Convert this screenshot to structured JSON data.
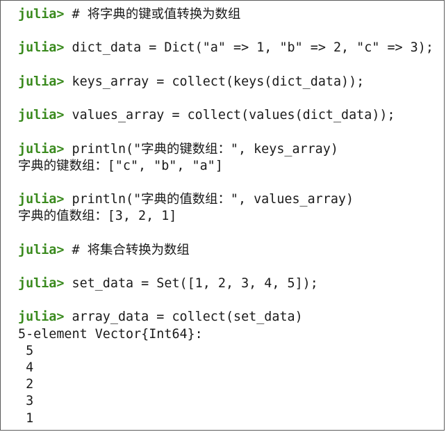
{
  "repl": {
    "prompt": "julia>",
    "lines": [
      {
        "kind": "input",
        "text": " # 将字典的键或值转换为数组"
      },
      {
        "kind": "blank",
        "text": ""
      },
      {
        "kind": "input",
        "text": " dict_data = Dict(\"a\" => 1, \"b\" => 2, \"c\" => 3);"
      },
      {
        "kind": "blank",
        "text": ""
      },
      {
        "kind": "input",
        "text": " keys_array = collect(keys(dict_data));"
      },
      {
        "kind": "blank",
        "text": ""
      },
      {
        "kind": "input",
        "text": " values_array = collect(values(dict_data));"
      },
      {
        "kind": "blank",
        "text": ""
      },
      {
        "kind": "input",
        "text": " println(\"字典的键数组：\", keys_array)"
      },
      {
        "kind": "output",
        "text": "字典的键数组：[\"c\", \"b\", \"a\"]"
      },
      {
        "kind": "blank",
        "text": ""
      },
      {
        "kind": "input",
        "text": " println(\"字典的值数组：\", values_array)"
      },
      {
        "kind": "output",
        "text": "字典的值数组：[3, 2, 1]"
      },
      {
        "kind": "blank",
        "text": ""
      },
      {
        "kind": "input",
        "text": " # 将集合转换为数组"
      },
      {
        "kind": "blank",
        "text": ""
      },
      {
        "kind": "input",
        "text": " set_data = Set([1, 2, 3, 4, 5]);"
      },
      {
        "kind": "blank",
        "text": ""
      },
      {
        "kind": "input",
        "text": " array_data = collect(set_data)"
      },
      {
        "kind": "output",
        "text": "5-element Vector{Int64}:"
      },
      {
        "kind": "output",
        "text": " 5"
      },
      {
        "kind": "output",
        "text": " 4"
      },
      {
        "kind": "output",
        "text": " 2"
      },
      {
        "kind": "output",
        "text": " 3"
      },
      {
        "kind": "output",
        "text": " 1"
      }
    ]
  },
  "colors": {
    "prompt": "#3a8a1e",
    "text": "#1a1a1a",
    "border": "#5a5a5a",
    "background": "#ffffff"
  }
}
